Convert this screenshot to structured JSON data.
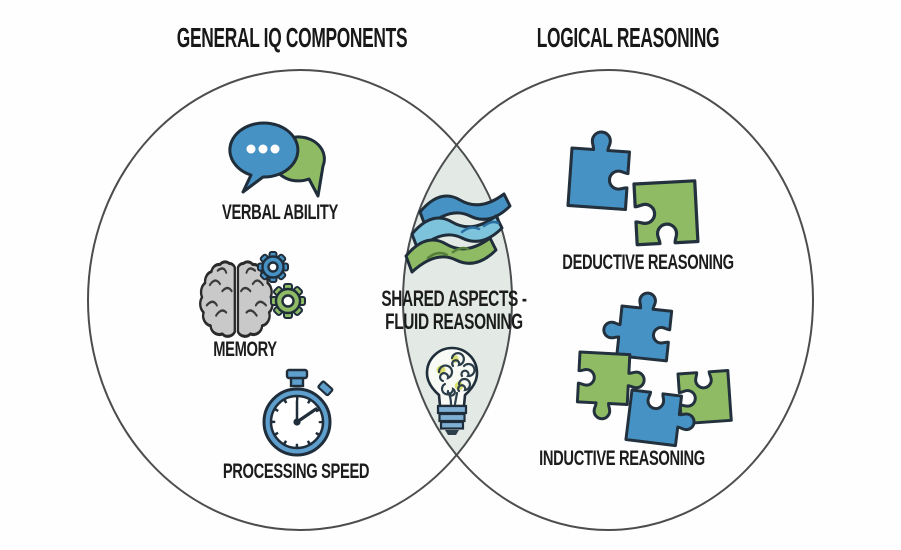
{
  "venn": {
    "left_circle_title": "GENERAL IQ COMPONENTS",
    "right_circle_title": "LOGICAL REASONING",
    "left_items": [
      {
        "label": "VERBAL ABILITY",
        "icon": "speech-bubbles-icon"
      },
      {
        "label": "MEMORY",
        "icon": "brain-gears-icon"
      },
      {
        "label": "PROCESSING SPEED",
        "icon": "stopwatch-icon"
      }
    ],
    "intersection": {
      "label_line1": "SHARED ASPECTS -",
      "label_line2": "FLUID REASONING",
      "icons": [
        "layered-waves-icon",
        "idea-lightbulb-icon"
      ]
    },
    "right_items": [
      {
        "label": "DEDUCTIVE REASONING",
        "icon": "puzzle-pair-icon"
      },
      {
        "label": "INDUCTIVE REASONING",
        "icon": "puzzle-cluster-icon"
      }
    ],
    "colors": {
      "blue": "#4792c5",
      "green": "#8fbb64",
      "light_blue": "#7ec3dc",
      "outline": "#1f2e3a",
      "circle_outline": "#4b4d4f",
      "intersection_fill": "#e3eae5",
      "brain_gray": "#c9c9c9",
      "watch_blue": "#5e9fce",
      "text": "#1c1c1c",
      "accent_yellow_green": "#d9e070",
      "background": "#ffffff"
    }
  }
}
